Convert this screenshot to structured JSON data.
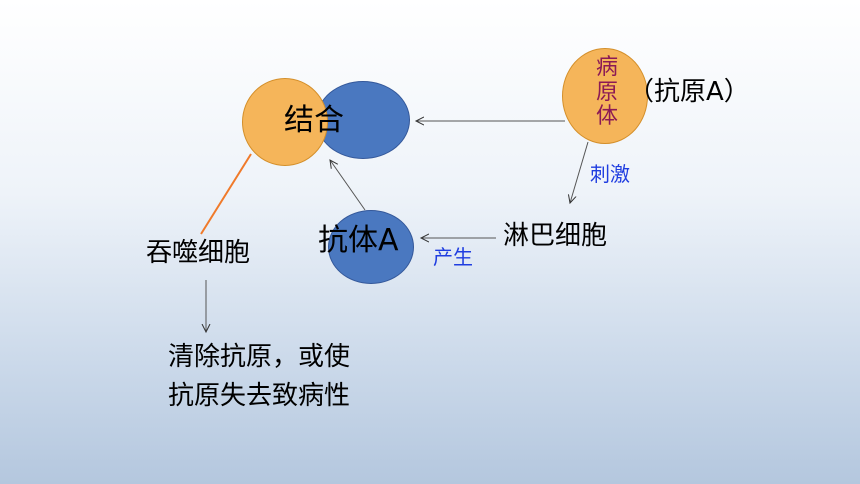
{
  "diagram": {
    "combine": "结合",
    "pathogen": "病原体",
    "antigen_note": "（抗原A）",
    "stimulate": "刺激",
    "lymphocyte": "淋巴细胞",
    "antibody": "抗体A",
    "produce": "产生",
    "phagocyte": "吞噬细胞",
    "result_line1": "清除抗原，或使",
    "result_line2": "抗原失去致病性"
  },
  "colors": {
    "cell_orange": "#f5b55a",
    "antibody_blue": "#4a78c0",
    "link_orange": "#f07a2a",
    "label_blue": "#1f3de0",
    "pathogen_text": "#8c1a55"
  }
}
